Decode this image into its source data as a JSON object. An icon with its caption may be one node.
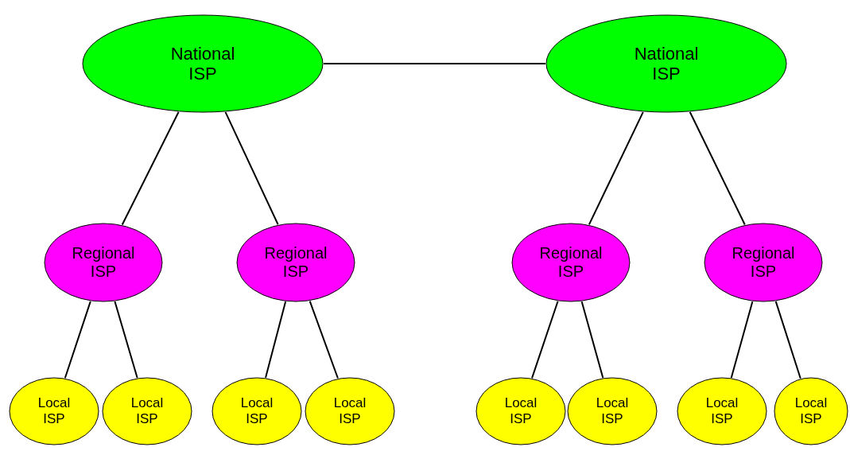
{
  "diagram": {
    "nodes": [
      {
        "text": [
          "National ISP"
        ]
      },
      {
        "text": [
          "National ISP"
        ]
      },
      {
        "text": [
          "Regional ISP"
        ]
      },
      {
        "text": [
          "Regional ISP"
        ]
      },
      {
        "text": [
          "Regional ISP"
        ]
      },
      {
        "text": [
          "Regional ISP"
        ]
      },
      {
        "text": [
          "Local ISP"
        ]
      },
      {
        "text": [
          "Local ISP"
        ]
      },
      {
        "text": [
          "Local ISP"
        ]
      },
      {
        "text": [
          "Local ISP"
        ]
      },
      {
        "text": [
          "Local ISP"
        ]
      },
      {
        "text": [
          "Local ISP"
        ]
      },
      {
        "text": [
          "Local ISP"
        ]
      },
      {
        "text": [
          "Local ISP"
        ]
      }
    ],
    "edges": [
      {
        "from": 0,
        "to": 1,
        "arrow": "none"
      },
      {
        "from": 0,
        "to": 2,
        "arrow": "none"
      },
      {
        "from": 0,
        "to": 3,
        "arrow": "none"
      },
      {
        "from": 1,
        "to": 4,
        "arrow": "none"
      },
      {
        "from": 1,
        "to": 5,
        "arrow": "none"
      },
      {
        "from": 2,
        "to": 6,
        "arrow": "none"
      },
      {
        "from": 2,
        "to": 7,
        "arrow": "none"
      },
      {
        "from": 3,
        "to": 8,
        "arrow": "none"
      },
      {
        "from": 3,
        "to": 9,
        "arrow": "none"
      },
      {
        "from": 4,
        "to": 10,
        "arrow": "none"
      },
      {
        "from": 4,
        "to": 11,
        "arrow": "none"
      },
      {
        "from": 5,
        "to": 12,
        "arrow": "none"
      },
      {
        "from": 5,
        "to": 13,
        "arrow": "none"
      }
    ]
  }
}
